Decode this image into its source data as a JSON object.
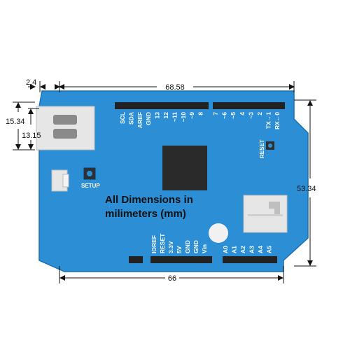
{
  "dimensions": {
    "offset": "2.4",
    "top_width": "68.58",
    "height_outer": "15.34",
    "height_inner": "13.15",
    "board_height": "53.34",
    "bottom_width": "66"
  },
  "labels": {
    "setup": "SETUP",
    "reset": "RESET",
    "note_line1": "All Dimensions in",
    "note_line2": "milimeters (mm)"
  },
  "digital_header_left": [
    "SCL",
    "SDA",
    "AREF",
    "GND",
    "13",
    "12",
    "~11",
    "~10",
    "~9",
    "8"
  ],
  "digital_header_right": [
    "7",
    "~6",
    "~5",
    "4",
    "~3",
    "2",
    "TX→1",
    "RX←0"
  ],
  "power_header": [
    "IOREF",
    "RESET",
    "3.3V",
    "5V",
    "GND",
    "GND",
    "Vin"
  ],
  "analog_header": [
    "A0",
    "A1",
    "A2",
    "A3",
    "A4",
    "A5"
  ],
  "colors": {
    "board": "#2c8fd6",
    "board_edge": "#1d6fb0",
    "header": "#222222",
    "chip": "#2a2a2a",
    "connector": "#e8e8e8",
    "dim_line": "#111111"
  }
}
